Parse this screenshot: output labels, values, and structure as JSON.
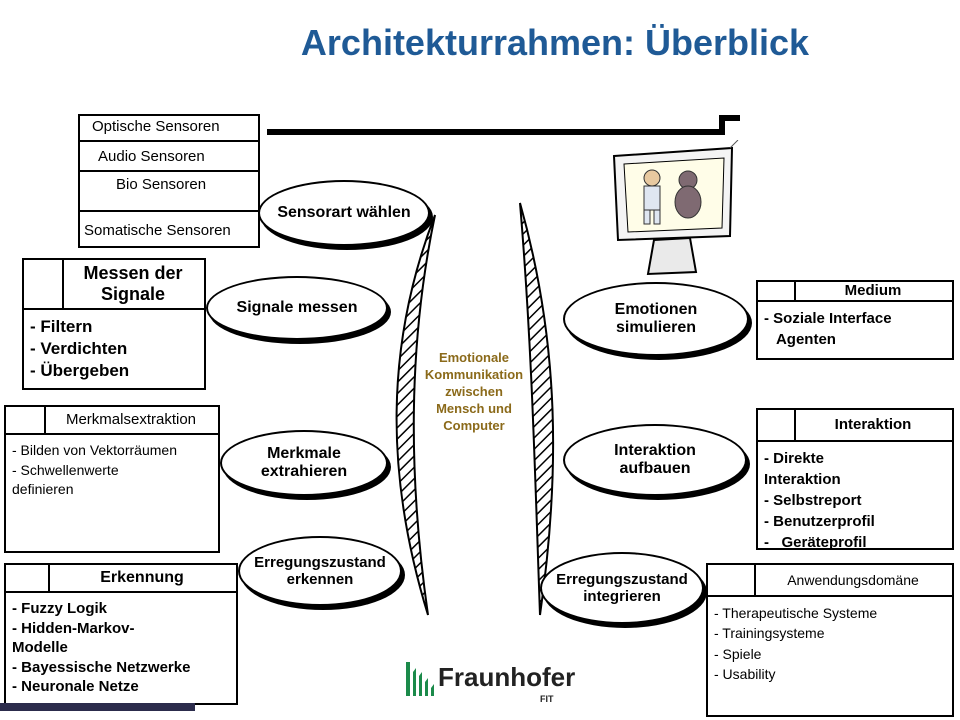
{
  "title": "Architekturrahmen: Überblick",
  "sensors": [
    "Optische Sensoren",
    "Audio Sensoren",
    "Bio Sensoren",
    "Somatische Sensoren"
  ],
  "left_boxes": {
    "messen": {
      "header": "Messen der Signale",
      "items": [
        "- Filtern",
        "- Verdichten",
        "- Übergeben"
      ]
    },
    "merkmal": {
      "header": "Merkmalsextraktion",
      "items": [
        "- Bilden von Vektorräumen",
        "- Schwellenwerte",
        "definieren"
      ]
    },
    "erkennung": {
      "header": "Erkennung",
      "items": [
        "- Fuzzy Logik",
        "- Hidden-Markov-",
        "Modelle",
        "- Bayessische Netzwerke",
        "- Neuronale Netze"
      ]
    }
  },
  "left_ellipses": [
    "Sensorart wählen",
    "Signale messen",
    "Merkmale extrahieren",
    "Erregungszustand erkennen"
  ],
  "center_text": [
    "Emotionale",
    "Kommunikation",
    "zwischen",
    "Mensch und",
    "Computer"
  ],
  "right_ellipses": [
    "Emotionen simulieren",
    "Interaktion aufbauen",
    "Erregungszustand integrieren"
  ],
  "right_boxes": {
    "medium": {
      "header": "Medium",
      "items": [
        "- Soziale Interface",
        "   Agenten"
      ]
    },
    "interaktion": {
      "header": "Interaktion",
      "items": [
        "- Direkte",
        "Interaktion",
        "- Selbstreport",
        "- Benutzerprofil",
        "-   Geräteprofil"
      ]
    },
    "anwendung": {
      "header": "Anwendungsdomäne",
      "items": [
        "- Therapeutische Systeme",
        "- Trainingsysteme",
        "- Spiele",
        "- Usability"
      ]
    }
  },
  "logo": {
    "name": "Fraunhofer",
    "sub": "FIT"
  },
  "colors": {
    "title": "#1f5a96",
    "center_text": "#8b6a1a",
    "logo_green": "#1b8a4a"
  }
}
